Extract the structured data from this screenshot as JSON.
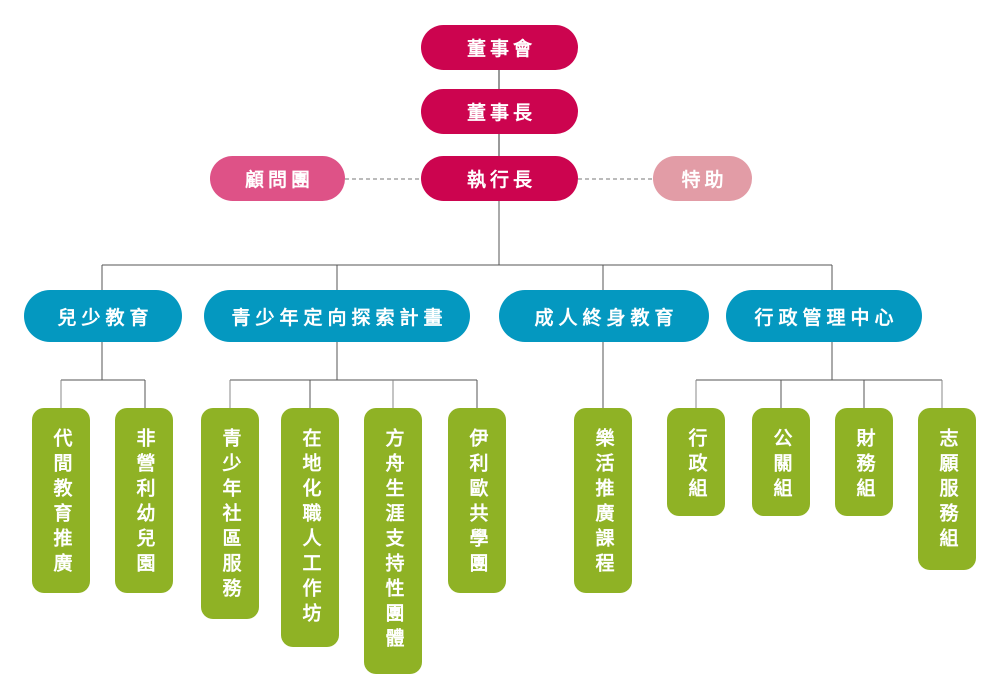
{
  "title": "組織架構圖",
  "colors": {
    "board": "#cc044f",
    "advisor": "#de5287",
    "assistant": "#e29ca6",
    "department": "#0498c0",
    "unit": "#8fb225",
    "connector": "#555555",
    "dashed_connector": "#777777"
  },
  "leadership": {
    "board_of_directors": "董事會",
    "chairman": "董事長",
    "ceo": "執行長",
    "advisory_board": "顧問團",
    "special_assistant": "特助"
  },
  "departments": [
    {
      "name": "兒少教育",
      "units": [
        "代間教育推廣",
        "非營利幼兒園"
      ]
    },
    {
      "name": "青少年定向探索計畫",
      "units": [
        "青少年社區服務",
        "在地化職人工作坊",
        "方舟生涯支持性團體",
        "伊利歐共學團"
      ]
    },
    {
      "name": "成人終身教育",
      "units": [
        "樂活推廣課程"
      ]
    },
    {
      "name": "行政管理中心",
      "units": [
        "行政組",
        "公關組",
        "財務組",
        "志願服務組"
      ]
    }
  ]
}
